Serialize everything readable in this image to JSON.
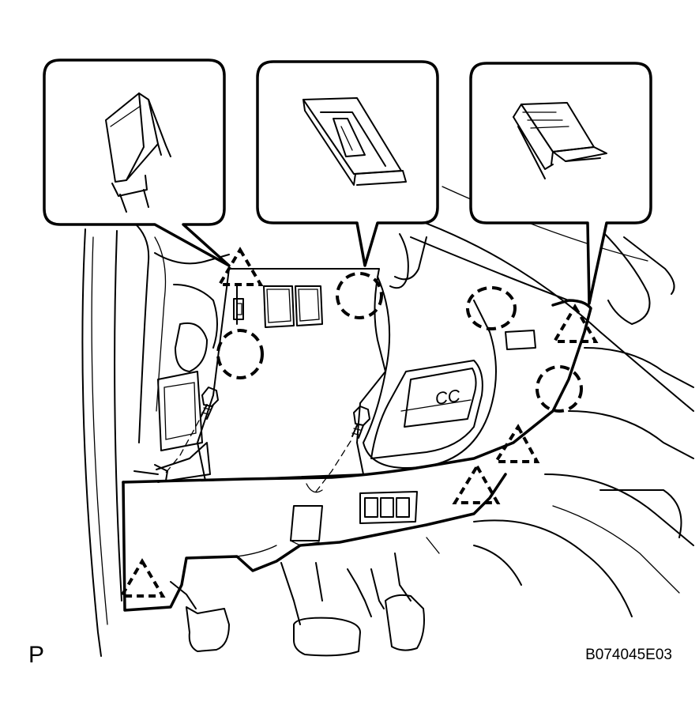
{
  "diagram": {
    "corner_label": "P",
    "figure_code": "B074045E03",
    "panel_marking": "CC",
    "callouts": [
      {
        "id": "left",
        "shows": "claw-clip-detail"
      },
      {
        "id": "center",
        "shows": "clip-slot-detail"
      },
      {
        "id": "right",
        "shows": "claw-clip-detail"
      }
    ],
    "marker_counts": {
      "clip_circles": 4,
      "claw_triangles": 5,
      "screws": 2
    },
    "colors": {
      "ink": "#000000",
      "paper": "#ffffff"
    }
  }
}
